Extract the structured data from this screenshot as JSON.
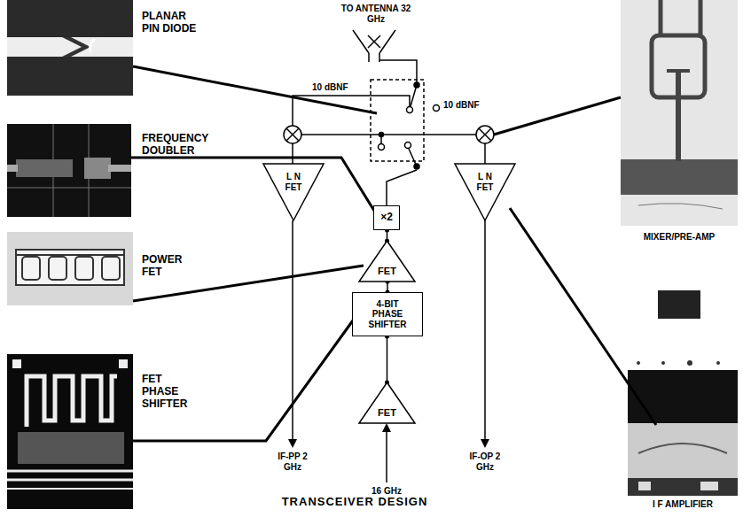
{
  "diagram": {
    "caption": "TRANSCEIVER DESIGN",
    "nodes": [
      {
        "text": [
          "L N FET"
        ]
      },
      {
        "text": [
          "L N FET"
        ]
      },
      {
        "text": [
          "×2"
        ]
      },
      {
        "text": [
          "FET"
        ]
      },
      {
        "text": [
          "4-BIT PHASE SHIFTER"
        ]
      },
      {
        "text": [
          "FET"
        ]
      }
    ],
    "edges": [
      {
        "from": 5,
        "to": 4,
        "arrow": "none"
      },
      {
        "from": 4,
        "to": 3,
        "arrow": "none"
      },
      {
        "from": 3,
        "to": 2,
        "arrow": "none"
      }
    ],
    "labels": [
      "PLANAR PIN DIODE",
      "FREQUENCY DOUBLER",
      "POWER FET",
      "FET PHASE SHIFTER",
      "TO ANTENNA 32 GHz",
      "10 dBNF",
      "10 dBNF",
      "MIXER/PRE-AMP",
      "IF-PP 2 GHz",
      "16 GHz",
      "IF-OP 2 GHz",
      "I F AMPLIFIER"
    ]
  }
}
